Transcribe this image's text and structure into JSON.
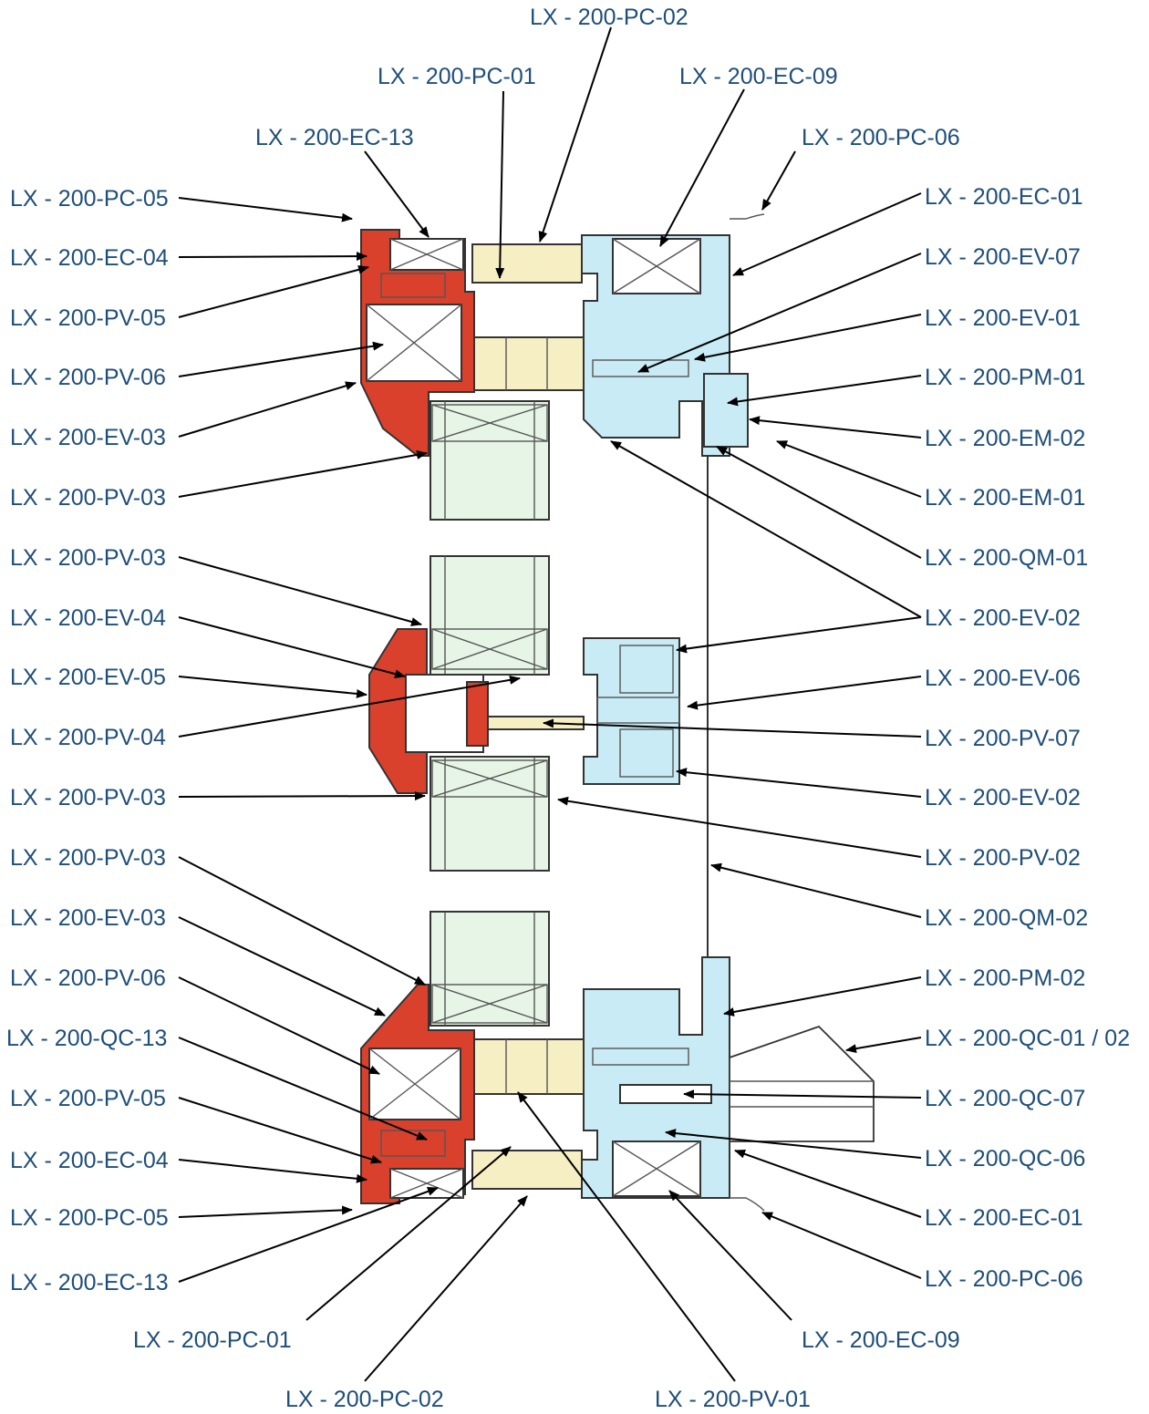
{
  "colors": {
    "label_text": "#1f4e79",
    "leader": "#000000",
    "red_profile": "#d9412c",
    "cream_profile": "#f6efc4",
    "blue_profile": "#c8ebf5",
    "green_glass": "#e6f5e6"
  },
  "diagram": {
    "labels": {
      "top_pc02": "LX - 200-PC-02",
      "top_pc01": "LX - 200-PC-01",
      "top_ec09": "LX - 200-EC-09",
      "top_ec13": "LX - 200-EC-13",
      "top_pc06": "LX - 200-PC-06",
      "l1": "LX - 200-PC-05",
      "l2": "LX - 200-EC-04",
      "l3": "LX - 200-PV-05",
      "l4": "LX - 200-PV-06",
      "l5": "LX - 200-EV-03",
      "l6": "LX - 200-PV-03",
      "l7": "LX - 200-PV-03",
      "l8": "LX - 200-EV-04",
      "l9": "LX - 200-EV-05",
      "l10": "LX - 200-PV-04",
      "l11": "LX - 200-PV-03",
      "l12": "LX - 200-PV-03",
      "l13": "LX - 200-EV-03",
      "l14": "LX - 200-PV-06",
      "l15": "LX - 200-QC-13",
      "l16": "LX - 200-PV-05",
      "l17": "LX - 200-EC-04",
      "l18": "LX - 200-PC-05",
      "l19": "LX - 200-EC-13",
      "r1": "LX - 200-EC-01",
      "r2": "LX - 200-EV-07",
      "r3": "LX - 200-EV-01",
      "r4": "LX - 200-PM-01",
      "r5": "LX - 200-EM-02",
      "r6": "LX - 200-EM-01",
      "r7": "LX - 200-QM-01",
      "r8": "LX - 200-EV-02",
      "r9": "LX - 200-EV-06",
      "r10": "LX - 200-PV-07",
      "r11": "LX - 200-EV-02",
      "r12": "LX - 200-PV-02",
      "r13": "LX - 200-QM-02",
      "r14": "LX - 200-PM-02",
      "r15": "LX - 200-QC-01 / 02",
      "r16": "LX - 200-QC-07",
      "r17": "LX - 200-QC-06",
      "r18": "LX - 200-EC-01",
      "r19": "LX - 200-PC-06",
      "bot_pc01": "LX - 200-PC-01",
      "bot_ec09": "LX - 200-EC-09",
      "bot_pc02": "LX - 200-PC-02",
      "bot_pv01": "LX - 200-PV-01"
    }
  }
}
